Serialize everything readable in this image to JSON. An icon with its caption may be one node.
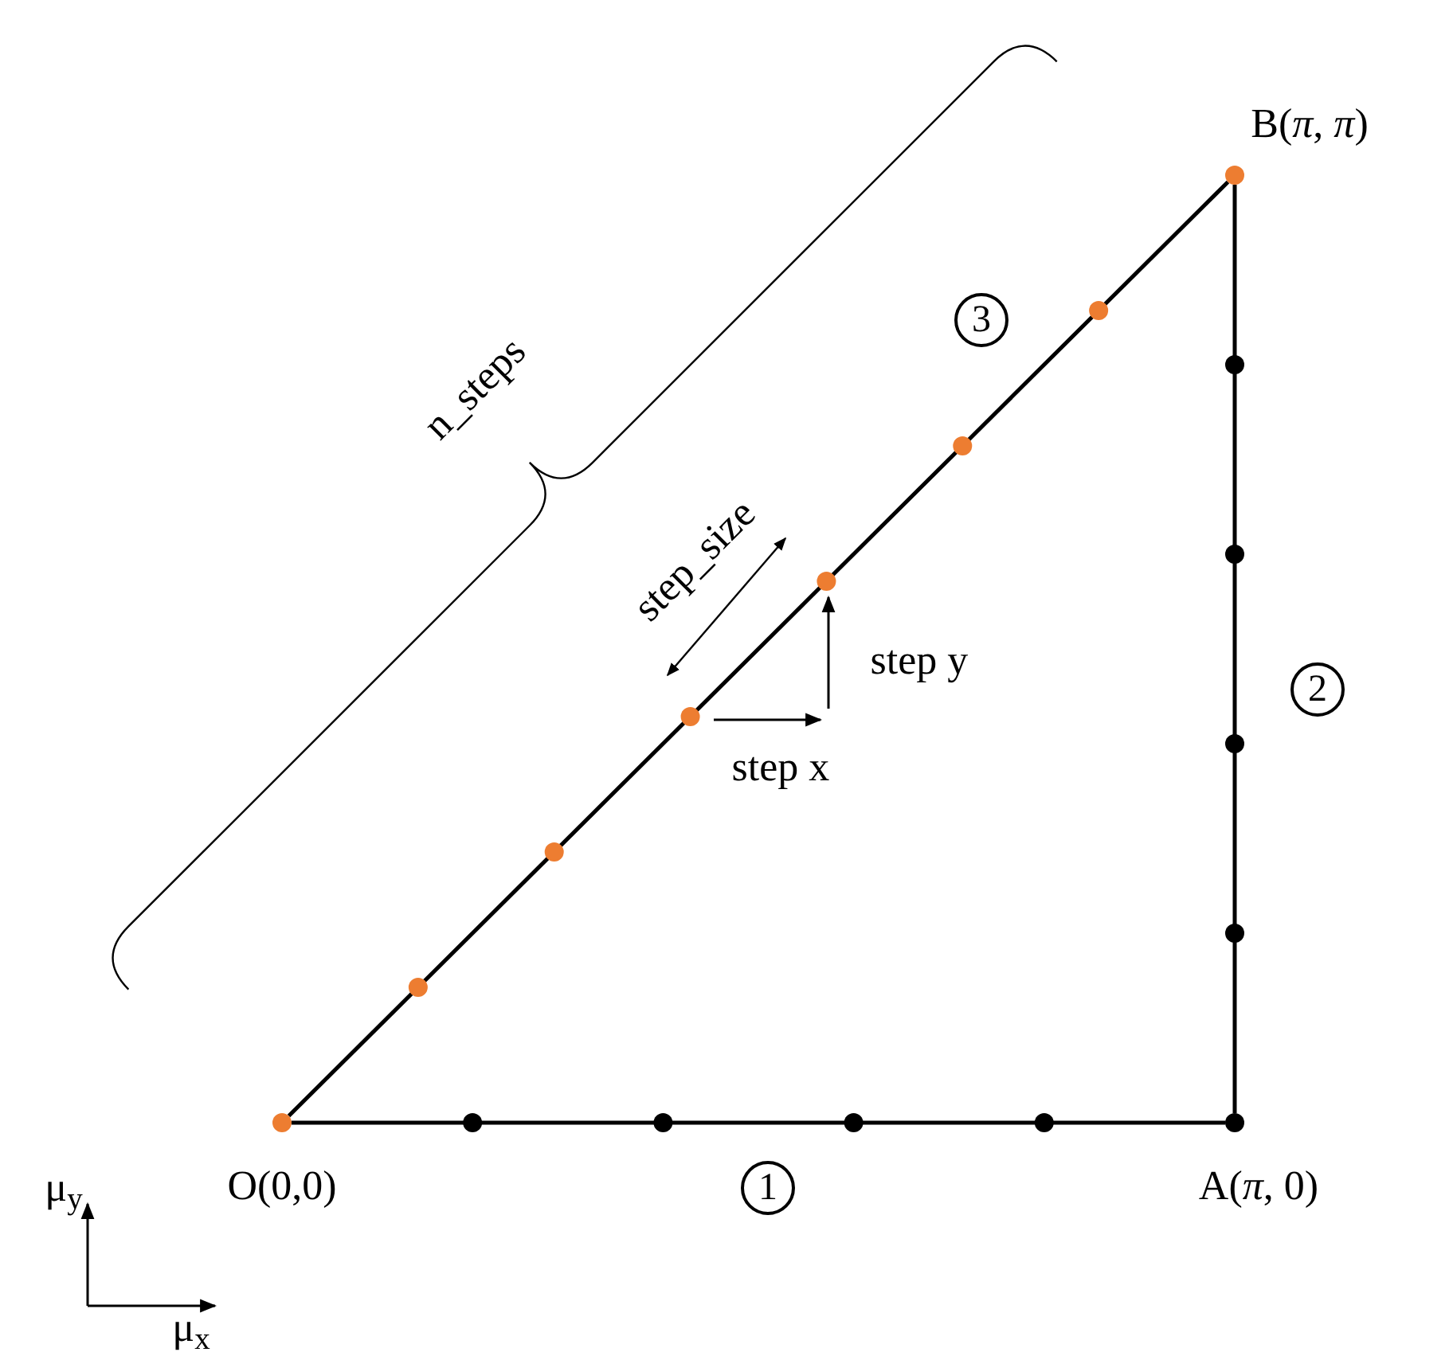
{
  "diagram": {
    "nodes": [
      {
        "text": [],
        "shape": "circle",
        "beside": [
          "O(0,0)"
        ]
      },
      {
        "text": [],
        "shape": "circle",
        "beside": [
          "A(*π*, 0)"
        ]
      },
      {
        "text": [],
        "shape": "circle",
        "beside": [
          "B(*π*, *π*)"
        ]
      },
      {
        "text": [
          "1"
        ]
      },
      {
        "text": [
          "2"
        ]
      },
      {
        "text": [
          "3"
        ]
      }
    ],
    "edges": [
      {
        "from": 0,
        "to": 1,
        "arrow": "none"
      },
      {
        "from": 1,
        "to": 2,
        "arrow": "none"
      },
      {
        "from": 0,
        "to": 2,
        "arrow": "none"
      }
    ],
    "labels": [
      "n_steps",
      "step_size",
      "step y",
      "step x",
      "μ$_{y}$",
      "μ$_{x}$"
    ]
  }
}
